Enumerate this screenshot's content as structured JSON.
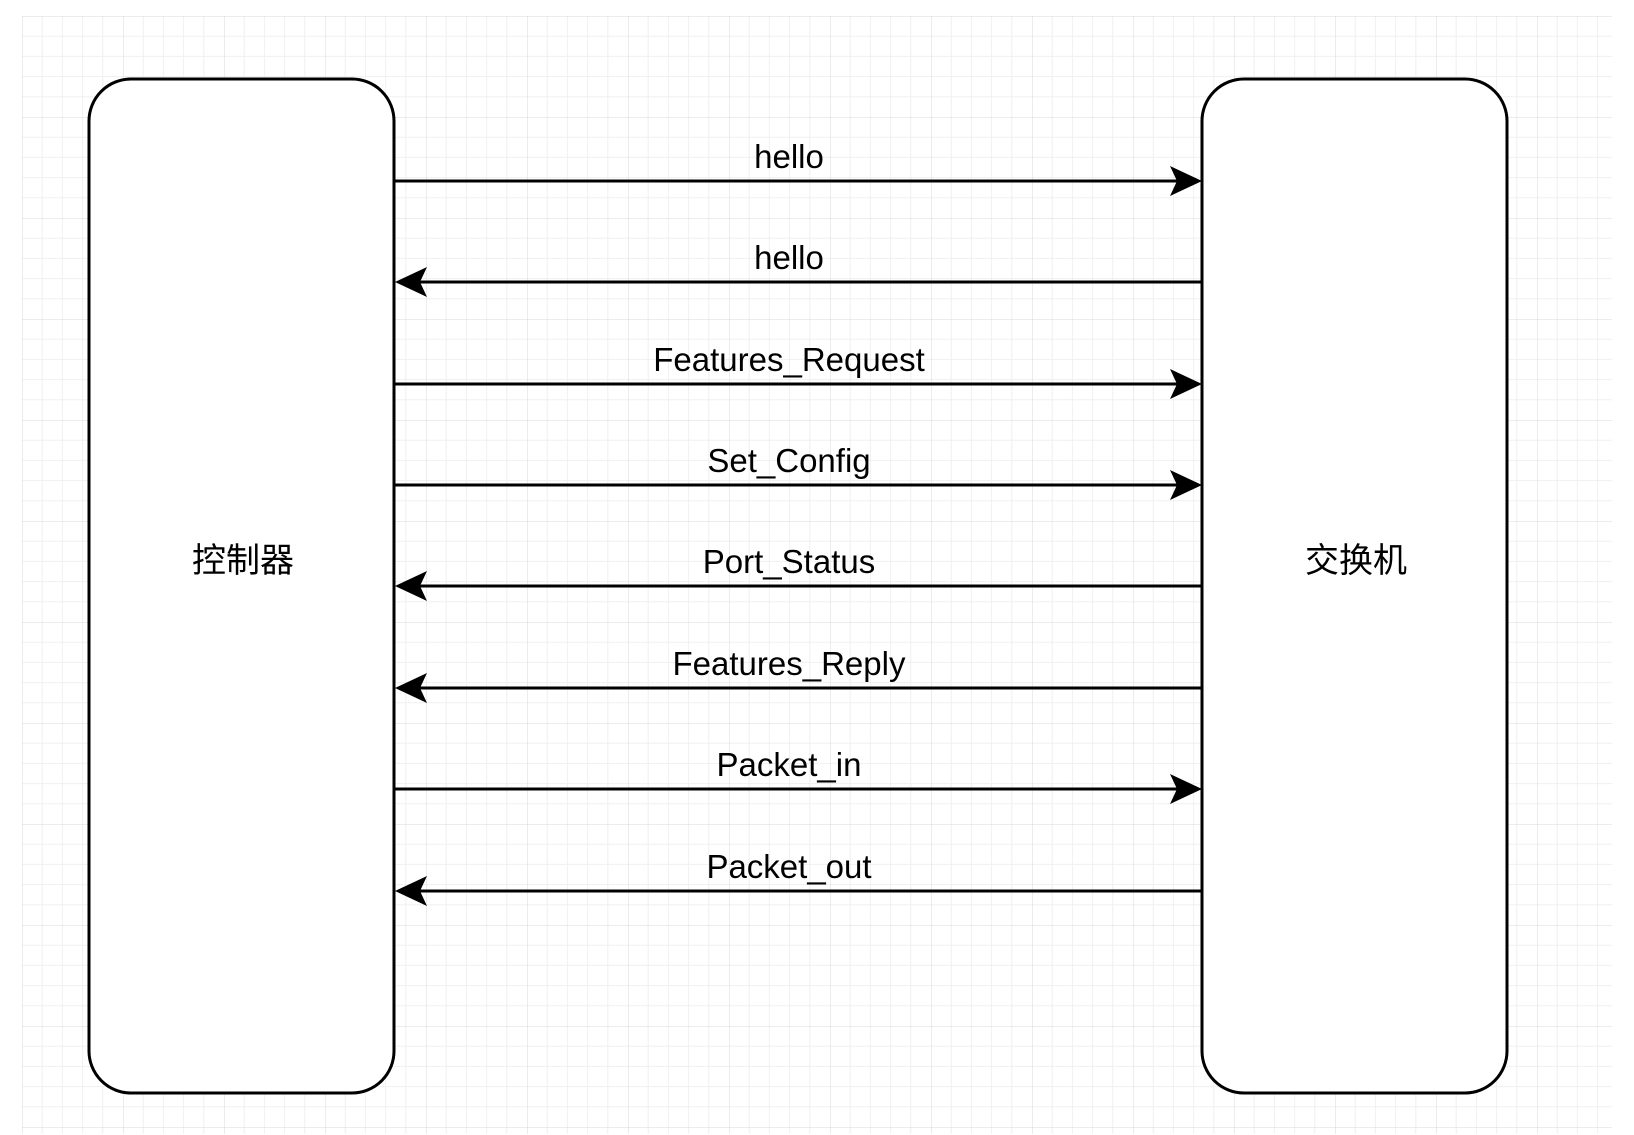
{
  "diagram": {
    "nodes": [
      {
        "id": "controller",
        "label": "控制器"
      },
      {
        "id": "switch",
        "label": "交换机"
      }
    ],
    "messages": [
      {
        "label": "hello",
        "from": "controller",
        "to": "switch"
      },
      {
        "label": "hello",
        "from": "switch",
        "to": "controller"
      },
      {
        "label": "Features_Request",
        "from": "controller",
        "to": "switch"
      },
      {
        "label": "Set_Config",
        "from": "controller",
        "to": "switch"
      },
      {
        "label": "Port_Status",
        "from": "switch",
        "to": "controller"
      },
      {
        "label": "Features_Reply",
        "from": "switch",
        "to": "controller"
      },
      {
        "label": "Packet_in",
        "from": "controller",
        "to": "switch"
      },
      {
        "label": "Packet_out",
        "from": "switch",
        "to": "controller"
      }
    ]
  },
  "colors": {
    "grid": "#e3e3e3",
    "stroke": "#000000",
    "background": "#ffffff",
    "text": "#000000"
  }
}
